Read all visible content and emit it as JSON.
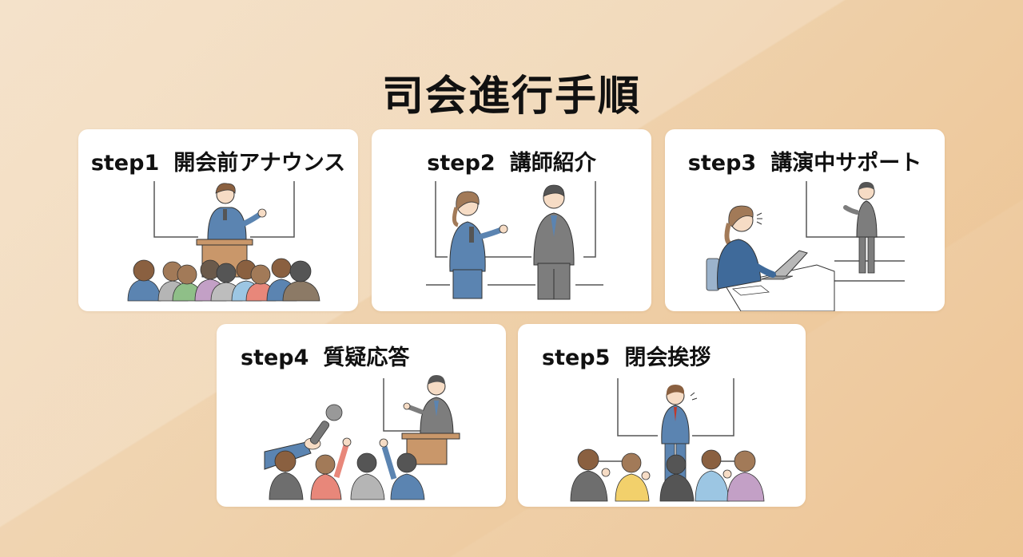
{
  "page": {
    "title": "司会進行手順"
  },
  "steps": [
    {
      "step": "step1",
      "label": "開会前アナウンス",
      "illustration": "speaker-at-podium-with-audience-icon"
    },
    {
      "step": "step2",
      "label": "講師紹介",
      "illustration": "emcee-introducing-lecturer-icon"
    },
    {
      "step": "step3",
      "label": "講演中サポート",
      "illustration": "assistant-at-laptop-supporting-speaker-icon"
    },
    {
      "step": "step4",
      "label": "質疑応答",
      "illustration": "q-and-a-microphone-raised-hands-icon"
    },
    {
      "step": "step5",
      "label": "閉会挨拶",
      "illustration": "speaker-bowing-audience-applause-icon"
    }
  ],
  "colors": {
    "background_light": "#f2dcbf",
    "background_dark": "#ecc18e",
    "card": "#ffffff",
    "text": "#111111",
    "suit_blue": "#5b84b1",
    "suit_gray": "#7d7d7d",
    "podium": "#c9976a",
    "hair": "#8a6040"
  }
}
